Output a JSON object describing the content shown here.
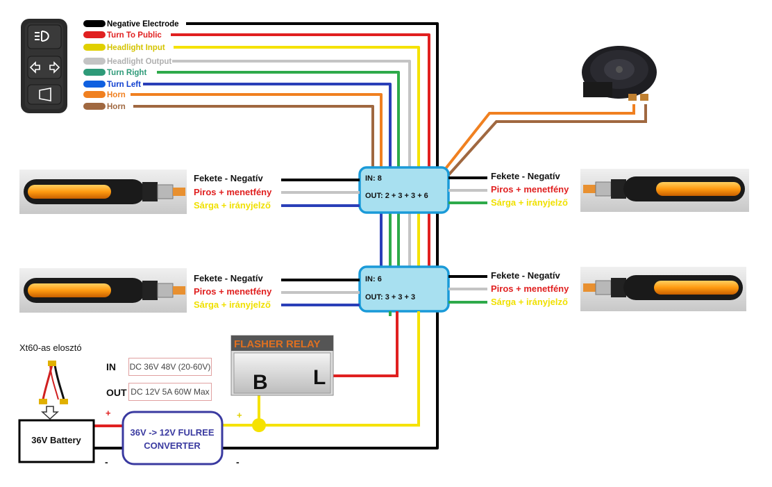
{
  "switch_labels": [
    {
      "text": "Negative Electrode",
      "color": "#000000"
    },
    {
      "text": "Turn To Public",
      "color": "#e02020"
    },
    {
      "text": "Headlight Input",
      "color": "#e0d000"
    },
    {
      "text": "Headlight Output",
      "color": "#b0b0b0"
    },
    {
      "text": "Turn Right",
      "color": "#2e9a78"
    },
    {
      "text": "Turn Left",
      "color": "#1040d0"
    },
    {
      "text": "Horn",
      "color": "#f08020"
    },
    {
      "text": "Horn",
      "color": "#a06840"
    }
  ],
  "lamp_labels": {
    "negative": "Fekete - Negatív",
    "running": "Piros + menetfény",
    "indicator": "Sárga + irányjelző"
  },
  "junction_top": {
    "in": "IN: 8",
    "out": "OUT: 2 + 3 + 3 + 6"
  },
  "junction_bottom": {
    "in": "IN: 6",
    "out": "OUT: 3 + 3 + 3"
  },
  "flasher": {
    "title": "FLASHER RELAY",
    "b": "B",
    "l": "L"
  },
  "converter": {
    "line1": "36V -> 12V FULREE",
    "line2": "CONVERTER"
  },
  "battery": "36V Battery",
  "xt60": "Xt60-as elosztó",
  "spec": {
    "in_label": "IN",
    "in_value": "DC 36V 48V (20-60V)",
    "out_label": "OUT",
    "out_value": "DC 12V 5A 60W Max"
  },
  "polarity": {
    "plus": "+",
    "minus": "-"
  },
  "colors": {
    "black": "#000000",
    "red": "#e02020",
    "yellow": "#f5e200",
    "gray": "#c4c4c4",
    "green": "#2eaa4a",
    "teal": "#2e9a78",
    "blue": "#2a3fb8",
    "orange": "#f08020",
    "brown": "#a06840",
    "junction_fill": "#a8e0f0",
    "junction_stroke": "#1a9ad8",
    "converter_stroke": "#3a3aa0"
  }
}
